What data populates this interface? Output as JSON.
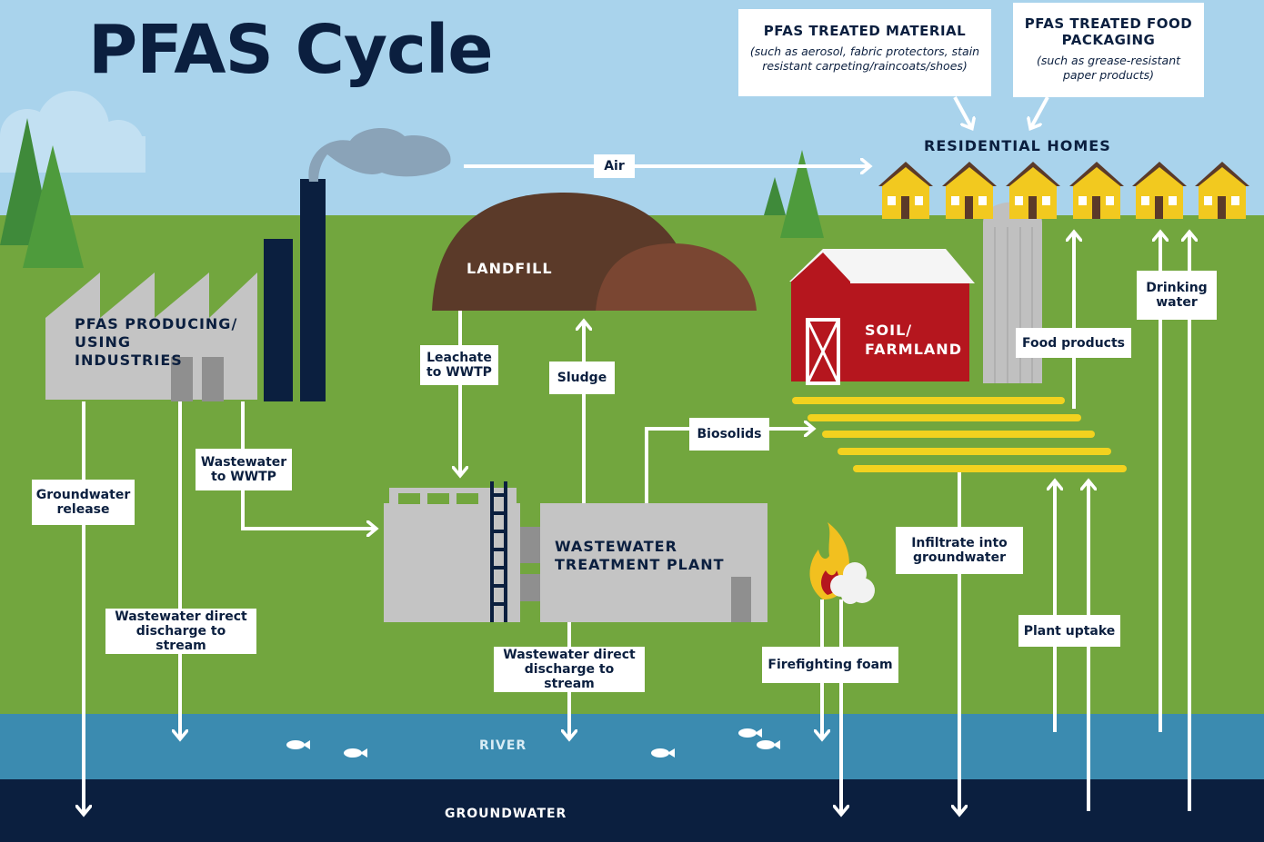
{
  "title": "PFAS Cycle",
  "top_boxes": [
    {
      "heading": "PFAS TREATED MATERIAL",
      "sub": "(such as aerosol, fabric protectors, stain resistant carpeting/raincoats/shoes)"
    },
    {
      "heading": "PFAS TREATED FOOD PACKAGING",
      "sub": "(such as grease-resistant paper products)"
    }
  ],
  "places": {
    "homes": "RESIDENTIAL HOMES",
    "landfill": "LANDFILL",
    "industry": "PFAS PRODUCING/ USING INDUSTRIES",
    "farm": "SOIL/ FARMLAND",
    "wwtp": "WASTEWATER TREATMENT PLANT",
    "river": "RIVER",
    "groundwater": "GROUNDWATER"
  },
  "flows": {
    "air": "Air",
    "leachate": "Leachate to WWTP",
    "sludge": "Sludge",
    "biosolids": "Biosolids",
    "food_products": "Food products",
    "drinking_water": "Drinking water",
    "groundwater_release": "Groundwater release",
    "wastewater_to_wwtp": "Wastewater to WWTP",
    "ww_direct_1": "Wastewater direct discharge to stream",
    "ww_direct_2": "Wastewater direct discharge to stream",
    "firefighting_foam": "Firefighting foam",
    "infiltrate": "Infiltrate into groundwater",
    "plant_uptake": "Plant uptake"
  },
  "colors": {
    "sky": "#a9d3ec",
    "grass": "#72a63e",
    "river": "#3b8bb0",
    "groundwater": "#0b1f3f",
    "navy": "#0b1f3f",
    "barn": "#b5161e",
    "house": "#f2c91f",
    "landfill": "#5b3a29"
  }
}
